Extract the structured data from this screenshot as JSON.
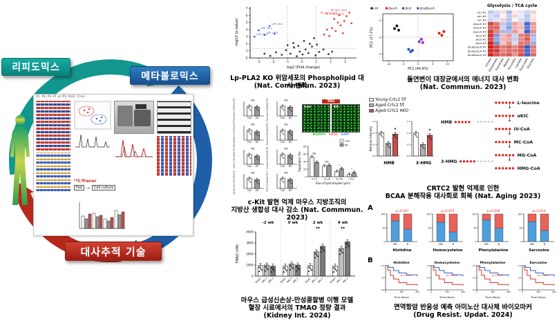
{
  "cycle": {
    "lipidomics_label": "리피도믹스",
    "metabolomics_label": "메타볼로믹스",
    "tracing_label": "대사추적 기술",
    "colors": {
      "lipidomics": "#12978f",
      "metabolomics": "#1e5fa8",
      "tracing": "#b7281b"
    },
    "collage": {
      "lipid_legend": "PC  PE  PS  PI  pl-PE  DHC  Chol",
      "tracer_label": "¹³C-Tracer",
      "fed_label": "Fed",
      "cell_label": "Cell culture"
    }
  },
  "mid": {
    "volcano": {
      "caption": [
        "Lp-PLA2 KO 위암세포의 Phospholipid 대사 변화",
        "(Nat. Commmun. 2023)"
      ],
      "chart_data": {
        "type": "scatter",
        "xlabel": "log2 (Fold change)",
        "ylabel": "-log10 (p-value)",
        "xlim": [
          -3.6,
          3.8
        ],
        "ylim": [
          0,
          7.2
        ],
        "xticks": [
          -3,
          -2,
          -1,
          0,
          1,
          2,
          3
        ],
        "yticks": [
          0,
          1,
          2,
          3,
          4,
          5,
          6,
          7
        ],
        "cutoff_x": [
          -1,
          1
        ],
        "cutoff_y": 1.3,
        "series": [
          {
            "name": "not-significant",
            "color": "#1a1a1a",
            "points": [
              [
                -2.2,
                0.3
              ],
              [
                -1.8,
                0.8
              ],
              [
                -1.4,
                0.45
              ],
              [
                -1.1,
                1.1
              ],
              [
                -0.8,
                0.6
              ],
              [
                -0.55,
                1.5
              ],
              [
                -0.35,
                0.25
              ],
              [
                -0.15,
                0.9
              ],
              [
                0.05,
                0.5
              ],
              [
                0.25,
                1.2
              ],
              [
                0.45,
                0.7
              ],
              [
                0.7,
                1.6
              ],
              [
                0.95,
                0.35
              ],
              [
                1.2,
                0.85
              ],
              [
                1.5,
                1.2
              ],
              [
                1.85,
                0.55
              ],
              [
                -0.6,
                2.1
              ],
              [
                0.15,
                2.4
              ],
              [
                0.55,
                2.0
              ],
              [
                -1.0,
                1.8
              ],
              [
                2.1,
                0.9
              ],
              [
                -2.6,
                0.6
              ],
              [
                0.85,
                2.8
              ],
              [
                -0.25,
                1.7
              ],
              [
                1.05,
                1.9
              ]
            ]
          },
          {
            "name": "increased",
            "color": "#e0251b",
            "points": [
              [
                1.55,
                3.3
              ],
              [
                1.9,
                3.1
              ],
              [
                2.1,
                4.2
              ],
              [
                2.35,
                3.8
              ],
              [
                2.5,
                5.0
              ],
              [
                2.7,
                4.6
              ],
              [
                2.95,
                5.2
              ],
              [
                3.1,
                5.9
              ],
              [
                3.3,
                6.4
              ],
              [
                2.25,
                5.5
              ],
              [
                2.6,
                6.05
              ],
              [
                3.45,
                4.9
              ],
              [
                1.75,
                4.0
              ],
              [
                2.85,
                3.5
              ]
            ]
          },
          {
            "name": "decreased",
            "color": "#2b50c8",
            "points": [
              [
                -2.6,
                3.25
              ],
              [
                -3.0,
                3.9
              ],
              [
                -2.25,
                4.5
              ],
              [
                -3.3,
                3.0
              ],
              [
                -1.9,
                3.4
              ]
            ]
          }
        ],
        "annotations": [
          {
            "text": "PE 18:1,20:5",
            "x": 3.3,
            "y": 6.4,
            "color": "#e0251b"
          },
          {
            "text": "PE 18:1,20:4",
            "x": 2.6,
            "y": 6.05,
            "color": "#e0251b"
          },
          {
            "text": "PE P-18:0,20:4",
            "x": 3.1,
            "y": 5.9,
            "color": "#e0251b"
          },
          {
            "text": "LPE 16:1",
            "x": -2.25,
            "y": 4.5,
            "color": "#2b50c8"
          },
          {
            "text": "LPE 18:1",
            "x": -3.0,
            "y": 3.9,
            "color": "#2b50c8"
          },
          {
            "text": "LPE 18:0",
            "x": -2.6,
            "y": 3.25,
            "color": "#2b50c8"
          },
          {
            "text": "LPE 16:0",
            "x": -3.3,
            "y": 3.0,
            "color": "#2b50c8"
          }
        ]
      }
    },
    "ckit": {
      "caption": [
        "c-Kit 발현 억제 마우스 지방조직의",
        "지방산 생합성 대사 감소 (Nat. Commmun. 2023)"
      ],
      "ffa_chart_data": {
        "type": "bar",
        "groups": [
          "Con",
          "KO"
        ],
        "group_colors": [
          "#ffffff",
          "#999999"
        ],
        "sig": "NS",
        "ylabel_suffix": "/Total FFA (%)",
        "charts": [
          {
            "label": "Myristate (C14:0)",
            "values": [
              1.6,
              1.5
            ],
            "ymax": 2.4
          },
          {
            "label": "Palmitate (C16:0)",
            "values": [
              24,
              22
            ],
            "ymax": 36
          },
          {
            "label": "Palmitoleate (C16:1)",
            "values": [
              3.4,
              2.9
            ],
            "ymax": 5
          },
          {
            "label": "Stearate (C18:0)",
            "values": [
              12,
              11.2
            ],
            "ymax": 18
          },
          {
            "label": "Oleate (C18:1)",
            "values": [
              18,
              15.5
            ],
            "ymax": 27
          },
          {
            "label": "Linoleate (C18:2)",
            "values": [
              21,
              19.5
            ],
            "ymax": 31
          },
          {
            "label": "Arachidonate (C20:4)",
            "values": [
              6.2,
              5.4
            ],
            "ymax": 9
          },
          {
            "label": "DHA (C22:6)",
            "values": [
              4.1,
              3.7
            ],
            "ymax": 6
          }
        ]
      },
      "microscopy": {
        "tag_label": "TAG",
        "image_labels": [
          "Con",
          "KO"
        ],
        "stains": [
          {
            "text": "BODIPY",
            "color": "#35c23a"
          },
          {
            "text": "CD31",
            "color": "#ff5050"
          },
          {
            "text": "DAPI",
            "color": "#6e8cff"
          }
        ]
      },
      "droplet_chart_data": {
        "type": "bar",
        "ylabel": "Population (%)",
        "ylim": [
          0,
          80
        ],
        "yticks": [
          0,
          20,
          40,
          60,
          80
        ],
        "categories": [
          "0-10",
          "11-20",
          "21-50",
          ">51"
        ],
        "xlabel": "Size of lipid droplet",
        "xunit": "(μm²)",
        "series": [
          {
            "name": "Con",
            "color": "#ffffff",
            "values": [
              52,
              28,
              14,
              6
            ]
          },
          {
            "name": "KO",
            "color": "#999999",
            "values": [
              38,
              30,
              21,
              11
            ]
          }
        ],
        "sig": [
          "NS",
          "NS",
          "*",
          "*"
        ]
      }
    },
    "tmao": {
      "caption": [
        "마우스 급성신손상-만성콩팥병 이행 모델",
        "혈장 시료에서의 TMAO 정량 결과",
        "(Kidney Int. 2024)"
      ],
      "chart_data": {
        "type": "bar",
        "ylabel": "TMAO (nM)",
        "ylim": [
          0,
          4000
        ],
        "yticks": [
          0,
          1000,
          2000,
          3000,
          4000
        ],
        "groups": [
          "Sham",
          "AKI 1",
          "AKI 2"
        ],
        "group_colors": [
          "#ffffff",
          "#bfbfbf",
          "#7a7a7a"
        ],
        "timepoints": [
          {
            "label": "-2 wk",
            "sig": "",
            "values": [
              950,
              1000,
              900
            ]
          },
          {
            "label": "0 wk",
            "sig": "",
            "values": [
              900,
              1100,
              1000
            ]
          },
          {
            "label": "2 wk",
            "sig": "**",
            "values": [
              950,
              2200,
              2700
            ]
          },
          {
            "label": "4 wk",
            "sig": "**",
            "values": [
              900,
              2500,
              3100
            ]
          }
        ]
      }
    }
  },
  "right": {
    "ecoli": {
      "caption": [
        "돌연변이 대장균에서의 에너지 대사 변화",
        "(Nat. Commmun. 2023)"
      ],
      "pca_chart_data": {
        "type": "scatter",
        "xlabel": "PC1 (44.9%)",
        "ylabel": "PC2 (27.2%)",
        "xlim": [
          -12,
          12
        ],
        "ylim": [
          -7,
          7
        ],
        "xticks": [
          -10,
          -5,
          0,
          5,
          10
        ],
        "yticks": [
          -5,
          0,
          5
        ],
        "series": [
          {
            "name": "ctrl",
            "color": "#1a1a1a",
            "points": [
              [
                -8,
                2.6
              ],
              [
                -7.2,
                3.4
              ],
              [
                -6.6,
                2.1
              ]
            ]
          },
          {
            "name": "ΔsucA",
            "color": "#e0251b",
            "points": [
              [
                7.2,
                1.2
              ],
              [
                8.1,
                0.6
              ],
              [
                8.8,
                1.7
              ]
            ]
          },
          {
            "name": "Δicd",
            "color": "#2b50c8",
            "points": [
              [
                -3.2,
                -3.6
              ],
              [
                -2.5,
                -4.3
              ],
              [
                -1.9,
                -3.9
              ]
            ]
          },
          {
            "name": "ΔicdΔsucA",
            "color": "#8c2bc8",
            "points": [
              [
                0.4,
                -1.3
              ],
              [
                1.1,
                -0.6
              ],
              [
                1.6,
                -1.6
              ]
            ]
          }
        ]
      },
      "heatmap_chart_data": {
        "type": "heatmap",
        "title": "Glycolysis / TCA cycle",
        "rows": [
          "ctrl #1",
          "ctrl #2",
          "ctrl #3",
          "ΔsucA #1",
          "ΔsucA #2",
          "ΔsucA #3",
          "Δicd #1",
          "Δicd #2",
          "Δicd #3",
          "ΔicdΔsucA #1",
          "ΔicdΔsucA #2",
          "ΔicdΔsucA #3"
        ],
        "cols": [
          "Citrate",
          "Glutamate",
          "Fumarate",
          "Malate",
          "Pyruvate",
          "Lactate",
          "Succinate",
          "Glucose"
        ],
        "zlim": [
          -2,
          2
        ],
        "values": [
          [
            -0.6,
            -0.4,
            0.3,
            -0.8,
            0.2,
            -0.3,
            -0.5,
            0.4
          ],
          [
            -0.4,
            -0.6,
            0.1,
            -0.6,
            0.4,
            -0.2,
            -0.7,
            0.2
          ],
          [
            -0.5,
            -0.3,
            0.4,
            -0.7,
            0.1,
            -0.4,
            -0.6,
            0.3
          ],
          [
            1.6,
            1.2,
            -0.6,
            -0.9,
            0.8,
            0.5,
            -1.7,
            0.9
          ],
          [
            1.4,
            1.4,
            -0.5,
            -1.1,
            0.7,
            0.6,
            -1.5,
            0.8
          ],
          [
            1.7,
            1.1,
            -0.8,
            -0.8,
            0.9,
            0.4,
            -1.8,
            1.0
          ],
          [
            1.8,
            -1.2,
            0.6,
            0.9,
            -0.5,
            1.1,
            1.3,
            -0.8
          ],
          [
            1.6,
            -1.0,
            0.7,
            0.8,
            -0.6,
            1.0,
            1.5,
            -0.7
          ],
          [
            1.9,
            -1.3,
            0.5,
            1.0,
            -0.4,
            1.2,
            1.2,
            -0.9
          ],
          [
            2.0,
            1.6,
            1.2,
            1.4,
            1.1,
            1.5,
            -1.9,
            1.2
          ],
          [
            1.8,
            1.7,
            1.1,
            1.3,
            1.2,
            1.4,
            -1.7,
            1.1
          ],
          [
            1.9,
            1.5,
            1.3,
            1.5,
            1.0,
            1.6,
            -1.8,
            1.3
          ]
        ]
      }
    },
    "crtc2": {
      "caption": [
        "CRTC2 발현 억제로 인한",
        "BCAA 분해작용 대사회로 회복 (Nat. Aging 2023)"
      ],
      "legend": [
        {
          "label": "Young-Crtc2 f/f",
          "color": "#ffffff"
        },
        {
          "label": "Aged-Crtc2 f/f",
          "color": "#b0b0b0"
        },
        {
          "label": "Aged-Crtc2 AKO",
          "color": "#c0504d"
        }
      ],
      "bars_chart_data": {
        "type": "bar",
        "ylabel": "Relative intensity",
        "ylim": [
          0,
          1.5
        ],
        "charts": [
          {
            "label": "HMB",
            "values": [
              1.0,
              0.55,
              0.95
            ],
            "sig": "*"
          },
          {
            "label": "3-HMG",
            "values": [
              1.0,
              0.5,
              0.9
            ],
            "sig": "*"
          }
        ]
      },
      "pathway": {
        "chain": [
          "L-leucine",
          "αKIC",
          "IV-CoA",
          "MC-CoA",
          "MG-CoA",
          "HMG-CoA"
        ],
        "branches": [
          {
            "label": "HMB",
            "from": "αKIC"
          },
          {
            "label": "3-HMG",
            "from": "MG-CoA"
          }
        ],
        "dot_color": "#d6261f"
      }
    },
    "biomarker": {
      "caption": [
        "면역항암 반응성 예측 아미노산 대사체 바이오마커",
        "(Drug Resist. Updat. 2024)"
      ],
      "panel_a": "A",
      "panel_b": "B",
      "stacked_chart_data": {
        "type": "bar",
        "categories": [
          "NR",
          "R"
        ],
        "series_colors": {
          "low": "#4f9fdc",
          "high": "#e8635a"
        },
        "charts": [
          {
            "name": "Histidine",
            "p": "p=0.047",
            "low": [
              75,
              45
            ],
            "high": [
              25,
              55
            ]
          },
          {
            "name": "Homocysteine",
            "p": "p=0.025",
            "low": [
              70,
              35
            ],
            "high": [
              30,
              65
            ]
          },
          {
            "name": "Phenylalanine",
            "p": "p=0.036",
            "low": [
              78,
              48
            ],
            "high": [
              22,
              52
            ]
          },
          {
            "name": "Sarcosine",
            "p": "p=0.013",
            "low": [
              72,
              40
            ],
            "high": [
              28,
              60
            ]
          }
        ]
      },
      "km_chart_data": {
        "type": "line",
        "xlabel": "Time (Days)",
        "xlim": [
          0,
          600
        ],
        "series": [
          {
            "name": "High",
            "color": "#e0312a"
          },
          {
            "name": "Low",
            "color": "#2b62c8"
          }
        ],
        "charts": [
          {
            "name": "Histidine",
            "p": "p=0.001"
          },
          {
            "name": "Homocysteine",
            "p": "p=0.012"
          },
          {
            "name": "Phenylalanine",
            "p": "p=0.004"
          },
          {
            "name": "Sarcosine",
            "p": "p=0.021"
          }
        ],
        "curve_high": [
          [
            0,
            1
          ],
          [
            40,
            0.82
          ],
          [
            90,
            0.6
          ],
          [
            150,
            0.45
          ],
          [
            250,
            0.3
          ],
          [
            400,
            0.22
          ],
          [
            600,
            0.18
          ]
        ],
        "curve_low": [
          [
            0,
            1
          ],
          [
            60,
            0.93
          ],
          [
            150,
            0.8
          ],
          [
            250,
            0.7
          ],
          [
            400,
            0.62
          ],
          [
            600,
            0.56
          ]
        ]
      }
    }
  }
}
